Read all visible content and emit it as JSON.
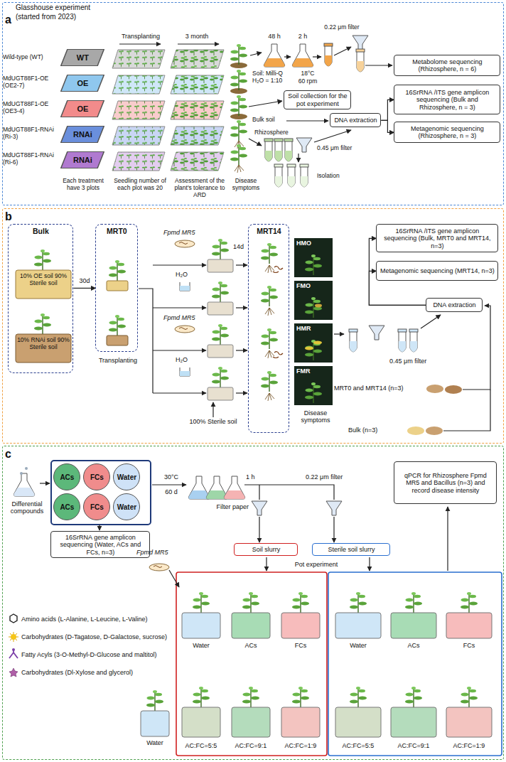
{
  "diagram": {
    "nodes": [
      {
        "text": [
          "a",
          "Glasshouse experiment (started from 2023)"
        ]
      },
      {
        "text": [
          "WT"
        ],
        "in": 0
      },
      {
        "text": [
          "OE"
        ],
        "in": 0
      },
      {
        "text": [
          "OE"
        ],
        "in": 0
      },
      {
        "text": [
          "RNAi"
        ],
        "in": 0
      },
      {
        "text": [
          "RNAi"
        ],
        "in": 0
      },
      {
        "text": [
          "Soil collection for the pot experiment"
        ],
        "in": 0
      },
      {
        "text": [
          "Metabolome sequencing (Rhizosphere, n = 6)"
        ],
        "in": 0
      },
      {
        "text": [
          "16SrRNA /ITS gene amplicon sequencing (Bulk and Rhizosphere, n = 3)"
        ],
        "in": 0
      },
      {
        "text": [
          "Metagenomic sequencing (Rhizosphere, n = 3)"
        ],
        "in": 0
      },
      {
        "text": [
          "DNA extraction"
        ],
        "in": 0
      },
      {
        "text": [
          "b"
        ]
      },
      {
        "text": [
          "Bulk"
        ],
        "in": 11
      },
      {
        "text": [
          "MRT0"
        ],
        "in": 11
      },
      {
        "text": [
          "MRT14"
        ],
        "in": 11
      },
      {
        "text": [
          "16SrRNA /ITS gene amplicon sequencing (Bulk, MRT0 and MRT14, n=3)"
        ],
        "in": 11
      },
      {
        "text": [
          "Metagenomic sequencing (MRT14, n=3)"
        ],
        "in": 11
      },
      {
        "text": [
          "DNA extraction"
        ],
        "in": 11
      },
      {
        "text": [
          "c"
        ]
      },
      {
        "text": [
          "ACs"
        ],
        "in": 18
      },
      {
        "text": [
          "FCs"
        ],
        "in": 18
      },
      {
        "text": [
          "Water"
        ],
        "in": 18
      },
      {
        "text": [
          "ACs"
        ],
        "in": 18
      },
      {
        "text": [
          "FCs"
        ],
        "in": 18
      },
      {
        "text": [
          "Water"
        ],
        "in": 18
      },
      {
        "text": [
          "16SrRNA gene amplicon sequencing (Water, ACs and FCs, n=3)"
        ],
        "in": 18
      },
      {
        "text": [
          "qPCR for Rhizosphere Fpmd MR5 and Bacillus (n=3) and record disease intensity"
        ],
        "in": 18
      },
      {
        "text": [
          "Soil slurry"
        ],
        "in": 18
      },
      {
        "text": [
          "Sterile soil slurry"
        ],
        "in": 18
      }
    ],
    "edges": [
      {
        "from": 10,
        "to": 8,
        "arrow": "to"
      },
      {
        "from": 10,
        "to": 9,
        "arrow": "to"
      },
      {
        "from": 12,
        "to": 13,
        "label": "30d",
        "arrow": "to"
      },
      {
        "from": 17,
        "to": 15,
        "arrow": "to"
      },
      {
        "from": 17,
        "to": 16,
        "arrow": "to"
      }
    ],
    "labels": [
      "Wild-type (WT)",
      "MdUGT88F1-OE (OE2-7)",
      "MdUGT88F1-OE (OE3-4)",
      "MdUGT88F1-RNAi (Ri-3)",
      "MdUGT88F1-RNAi (Ri-6)",
      "Transplanting",
      "3 month",
      "48 h",
      "2 h",
      "0.22 μm filter",
      "18°C",
      "60 rpm",
      "Soil: Milli-Q H₂O = 1:10",
      "Bulk soil",
      "Rhizosphere",
      "0.45 μm filter",
      "Isolation",
      "Each treatment have 3 plots",
      "Seedling number of each plot was 20",
      "Assessment of the plant's tolerance to ARD",
      "Disease symptoms",
      "10% OE soil 90% Sterile soil",
      "10% RNAi soil 90% Sterile soil",
      "Transplanting",
      "Fpmd MR5",
      "H₂O",
      "Fpmd MR5",
      "H₂O",
      "100% Sterile soil",
      "14d",
      "HMO",
      "FMO",
      "HMR",
      "FMR",
      "Disease symptoms",
      "0.45 μm filter",
      "MRT0 and MRT14 (n=3)",
      "Bulk (n=3)",
      "Differential compounds",
      "30°C",
      "60 d",
      "1 h",
      "0.22 μm filter",
      "Filter paper",
      "Pot experiment",
      "Fpmd MR5",
      "Water",
      "ACs",
      "FCs",
      "Water",
      "ACs",
      "FCs",
      "AC:FC=5:5",
      "AC:FC=9:1",
      "AC:FC=1:9",
      "AC:FC=5:5",
      "AC:FC=9:1",
      "AC:FC=1:9",
      "Water"
    ],
    "legend": [
      {
        "text": "Amino acids (L-Alanine, L-Leucine, L-Valine)"
      },
      {
        "text": "Carbohydrates (D-Tagatose, D-Galactose, sucrose)"
      },
      {
        "text": "Fatty Acyls (3-O-Methyl-D-Glucose and maltitol)"
      },
      {
        "text": "Carbohydrates (Dl-Xylose and glycerol)"
      }
    ]
  }
}
